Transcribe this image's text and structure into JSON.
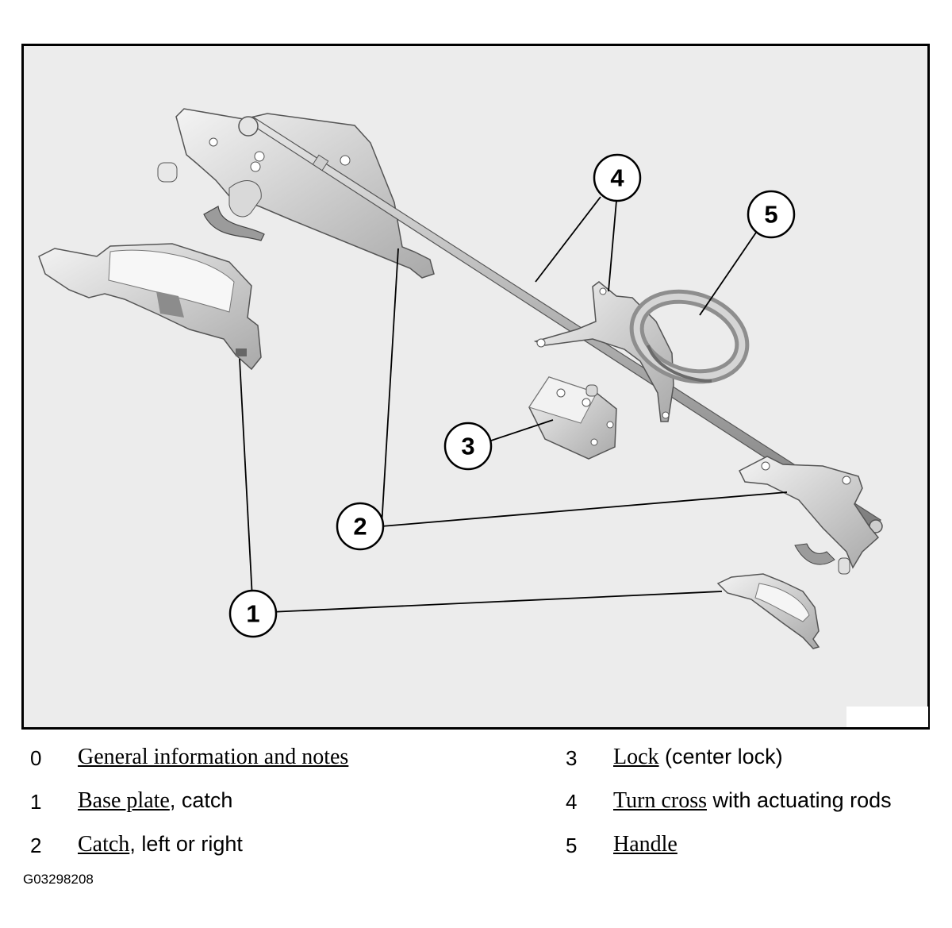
{
  "figure": {
    "callouts": [
      "4",
      "5",
      "3",
      "2",
      "1"
    ]
  },
  "legend": {
    "left": [
      {
        "num": "0",
        "link": "General information and notes",
        "rest": ""
      },
      {
        "num": "1",
        "link": "Base plate",
        "rest": ", catch"
      },
      {
        "num": "2",
        "link": "Catch",
        "rest": ", left or right"
      }
    ],
    "right": [
      {
        "num": "3",
        "link": "Lock",
        "rest": " (center lock)"
      },
      {
        "num": "4",
        "link": "Turn cross",
        "rest": " with actuating rods"
      },
      {
        "num": "5",
        "link": "Handle",
        "rest": ""
      }
    ]
  },
  "figure_id": "G03298208"
}
